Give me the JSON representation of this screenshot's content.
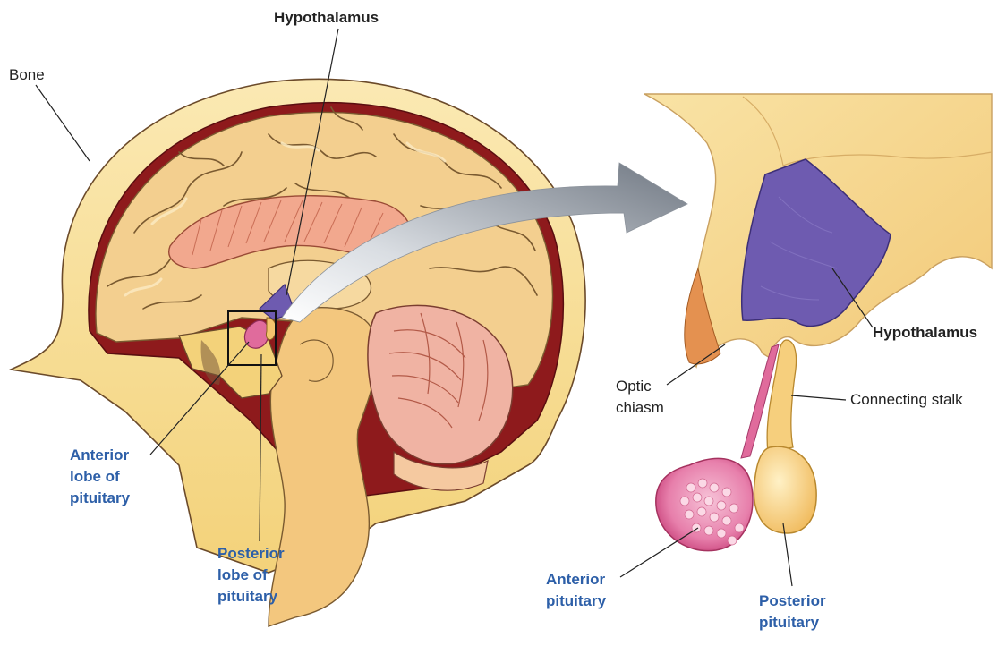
{
  "colors": {
    "bone": "#f6dc8a",
    "dura": "#8e1a1c",
    "brain": "#f3cf8f",
    "cortex_highlight": "#fbe8be",
    "hypothalamus": "#6e5bb0",
    "pituitary_anterior": "#e06b9c",
    "pituitary_posterior": "#f4c46d",
    "cerebellum": "#f0b3a3",
    "arrow": "#868d97",
    "label_black": "#222222",
    "label_blue": "#2d5fa8"
  },
  "labels": {
    "hypothalamus_top": "Hypothalamus",
    "bone": "Bone",
    "anterior_lobe": [
      "Anterior",
      "lobe of",
      "pituitary"
    ],
    "posterior_lobe": [
      "Posterior",
      "lobe of",
      "pituitary"
    ],
    "hypothalamus_right": "Hypothalamus",
    "optic_chiasm": [
      "Optic",
      "chiasm"
    ],
    "connecting_stalk": "Connecting stalk",
    "anterior_pituitary": [
      "Anterior",
      "pituitary"
    ],
    "posterior_pituitary": [
      "Posterior",
      "pituitary"
    ]
  }
}
